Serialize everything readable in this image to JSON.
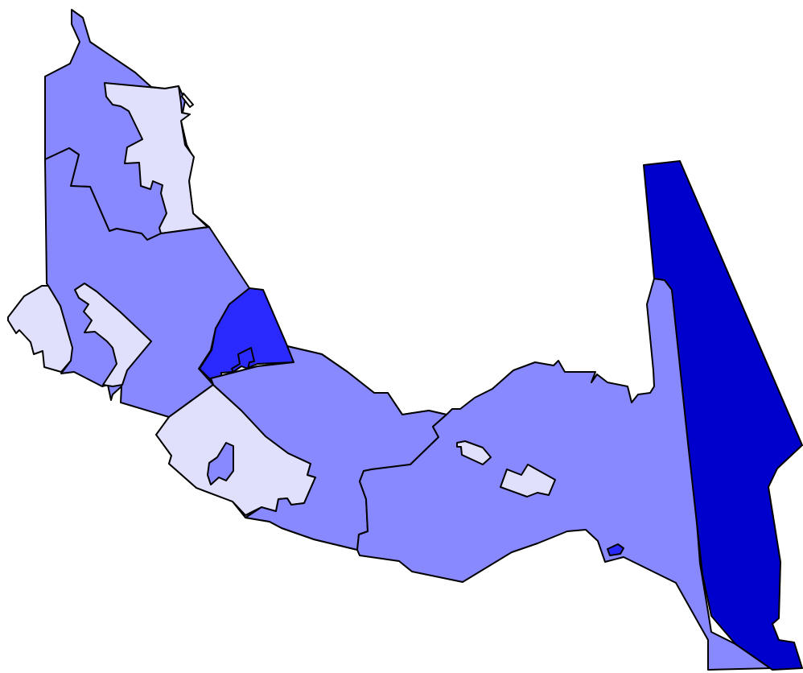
{
  "map": {
    "palette": {
      "light": "#E0E0FC",
      "medium": "#8888FF",
      "strong": "#2A2AFF",
      "darkest": "#0000CC",
      "outline": "#000000",
      "background": "#FFFFFF"
    },
    "regions": [
      {
        "id": "north-outer",
        "level": "medium"
      },
      {
        "id": "north-enclave",
        "level": "light"
      },
      {
        "id": "northwest-middle",
        "level": "medium"
      },
      {
        "id": "west-small",
        "level": "light"
      },
      {
        "id": "west-tract",
        "level": "light"
      },
      {
        "id": "central-strong",
        "level": "strong"
      },
      {
        "id": "central-band",
        "level": "medium"
      },
      {
        "id": "central-pocket",
        "level": "light"
      },
      {
        "id": "south-light",
        "level": "light"
      },
      {
        "id": "south-light-hole",
        "level": "medium"
      },
      {
        "id": "south-strip",
        "level": "medium"
      },
      {
        "id": "east-large",
        "level": "medium"
      },
      {
        "id": "east-speck-a",
        "level": "light"
      },
      {
        "id": "east-speck-b",
        "level": "light"
      },
      {
        "id": "east-dot",
        "level": "strong"
      },
      {
        "id": "far-east",
        "level": "darkest"
      }
    ]
  }
}
